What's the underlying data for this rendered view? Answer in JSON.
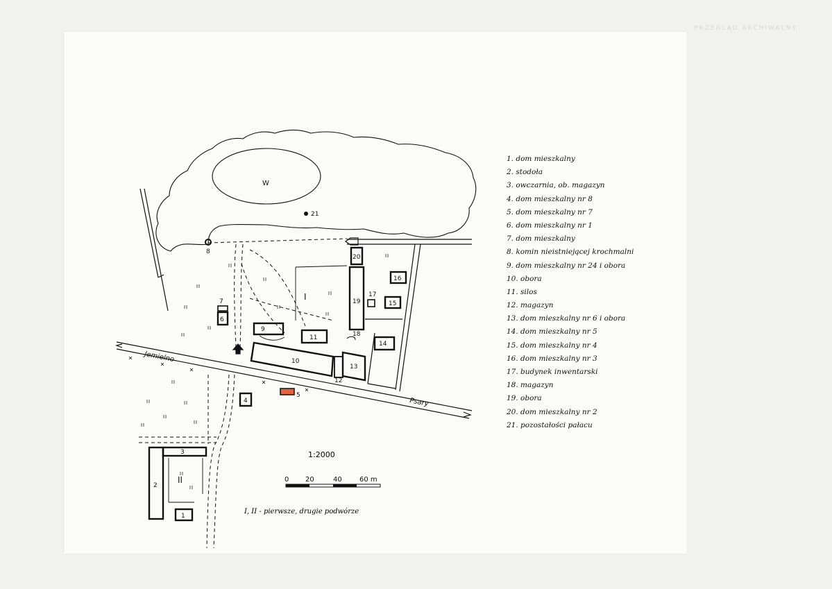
{
  "archive_mark": "PRZEGLĄD ARCHIWALNY",
  "map": {
    "scale": "1:2000",
    "scale_ticks": [
      "0",
      "20",
      "40",
      "60 m"
    ],
    "route_note": "I, II - pierwsze, drugie podwórze",
    "place_labels": {
      "pond": "W",
      "road_west": "Jemielno",
      "road_east": "Psary",
      "yard_1": "I",
      "yard_2": "II"
    },
    "building_numbers": [
      "1",
      "2",
      "3",
      "4",
      "5",
      "6",
      "7",
      "8",
      "9",
      "10",
      "11",
      "12",
      "13",
      "14",
      "15",
      "16",
      "17",
      "18",
      "19",
      "20",
      "21"
    ],
    "highlight_color": "#e8613b",
    "line_color": "#111111"
  },
  "legend": [
    "1. dom mieszkalny",
    "2. stodoła",
    "3. owczarnia, ob. magazyn",
    "4. dom mieszkalny nr 8",
    "5. dom mieszkalny nr 7",
    "6. dom mieszkalny nr 1",
    "7. dom mieszkalny",
    "8. komin nieistniejącej krochmalni",
    "9. dom mieszkalny nr 24 i obora",
    "10. obora",
    "11. silos",
    "12. magazyn",
    "13. dom mieszkalny nr 6 i obora",
    "14. dom mieszkalny nr 5",
    "15. dom mieszkalny nr 4",
    "16. dom mieszkalny nr 3",
    "17. budynek inwentarski",
    "18. magazyn",
    "19. obora",
    "20. dom mieszkalny nr 2",
    "21. pozostałości pałacu"
  ]
}
